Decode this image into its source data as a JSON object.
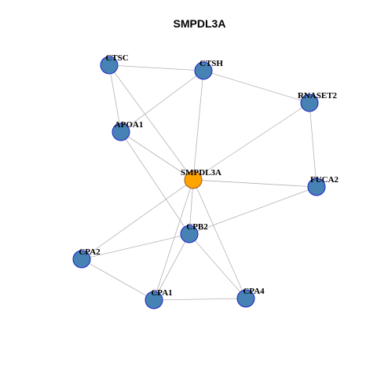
{
  "title": "SMPDL3A",
  "colors": {
    "center_fill": "#FFA500",
    "center_stroke": "#A0522D",
    "node_fill": "#4682B4",
    "node_stroke": "#1E22C8",
    "edge": "#B3B3B3"
  },
  "nodes": [
    {
      "id": "SMPDL3A",
      "label": "SMPDL3A",
      "center": true
    },
    {
      "id": "CTSC",
      "label": "CTSC"
    },
    {
      "id": "CTSH",
      "label": "CTSH"
    },
    {
      "id": "RNASET2",
      "label": "RNASET2"
    },
    {
      "id": "APOA1",
      "label": "APOA1"
    },
    {
      "id": "FUCA2",
      "label": "FUCA2"
    },
    {
      "id": "CPB2",
      "label": "CPB2"
    },
    {
      "id": "CPA2",
      "label": "CPA2"
    },
    {
      "id": "CPA1",
      "label": "CPA1"
    },
    {
      "id": "CPA4",
      "label": "CPA4"
    }
  ],
  "edges": [
    [
      "CTSC",
      "CTSH"
    ],
    [
      "CTSC",
      "APOA1"
    ],
    [
      "CTSC",
      "SMPDL3A"
    ],
    [
      "CTSH",
      "RNASET2"
    ],
    [
      "CTSH",
      "APOA1"
    ],
    [
      "CTSH",
      "SMPDL3A"
    ],
    [
      "RNASET2",
      "SMPDL3A"
    ],
    [
      "RNASET2",
      "FUCA2"
    ],
    [
      "APOA1",
      "SMPDL3A"
    ],
    [
      "APOA1",
      "CPB2"
    ],
    [
      "SMPDL3A",
      "FUCA2"
    ],
    [
      "SMPDL3A",
      "CPB2"
    ],
    [
      "SMPDL3A",
      "CPA2"
    ],
    [
      "SMPDL3A",
      "CPA1"
    ],
    [
      "SMPDL3A",
      "CPA4"
    ],
    [
      "FUCA2",
      "CPB2"
    ],
    [
      "CPB2",
      "CPA2"
    ],
    [
      "CPB2",
      "CPA1"
    ],
    [
      "CPB2",
      "CPA4"
    ],
    [
      "CPA2",
      "CPA1"
    ],
    [
      "CPA1",
      "CPA4"
    ]
  ]
}
